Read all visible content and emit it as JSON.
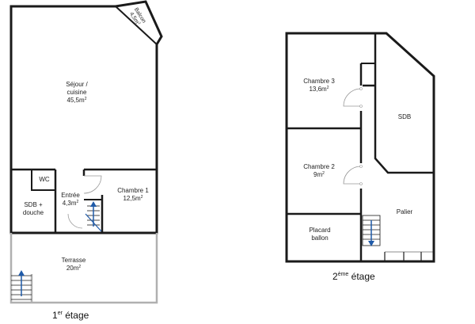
{
  "floor1": {
    "caption_main": "1",
    "caption_sup": "er",
    "caption_rest": " étage",
    "rooms": {
      "sejour": {
        "name_line1": "Séjour /",
        "name_line2": "cuisine",
        "area": "45,5m",
        "area_sup": "2"
      },
      "balcon": {
        "name": "Balcon",
        "area": "4,5m",
        "area_sup": "2"
      },
      "wc": {
        "name": "WC"
      },
      "sdb": {
        "name_line1": "SDB +",
        "name_line2": "douche"
      },
      "entree": {
        "name": "Entrée",
        "area": "4,3m",
        "area_sup": "2"
      },
      "chambre1": {
        "name": "Chambre 1",
        "area": "12,5m",
        "area_sup": "2"
      },
      "terrasse": {
        "name": "Terrasse",
        "area": "20m",
        "area_sup": "2"
      }
    }
  },
  "floor2": {
    "caption_main": "2",
    "caption_sup": "ème",
    "caption_rest": " étage",
    "rooms": {
      "chambre3": {
        "name": "Chambre 3",
        "area": "13,6m",
        "area_sup": "2"
      },
      "sdb": {
        "name": "SDB"
      },
      "chambre2": {
        "name": "Chambre 2",
        "area": "9m",
        "area_sup": "2"
      },
      "palier": {
        "name": "Palier"
      },
      "placard": {
        "name_line1": "Placard",
        "name_line2": "ballon"
      }
    }
  },
  "colors": {
    "wall": "#1a1a1a",
    "partition": "#1a1a1a",
    "terrace_wall": "#b0b0b0",
    "stair_accent": "#1f5aa8",
    "door_arc": "#999999"
  }
}
